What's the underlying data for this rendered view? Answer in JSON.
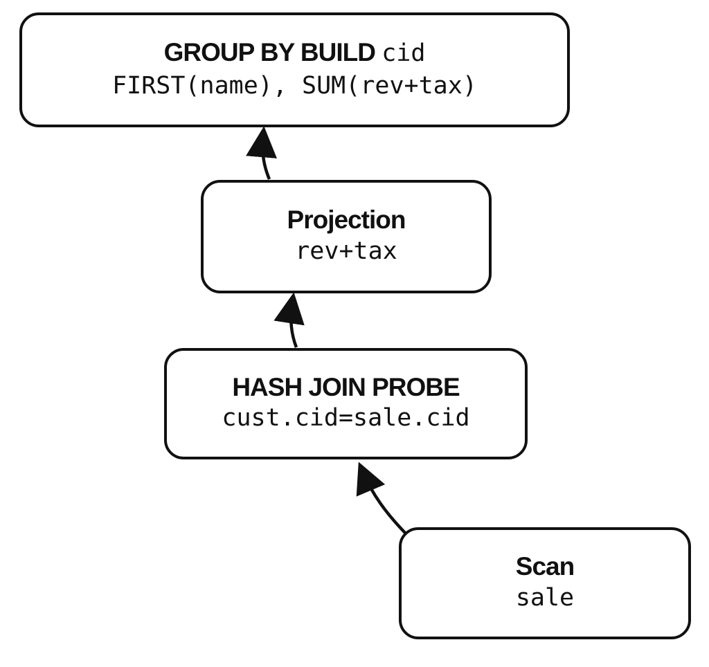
{
  "nodes": {
    "group_by": {
      "title": "GROUP BY BUILD",
      "title_code": "cid",
      "detail": "FIRST(name), SUM(rev+tax)"
    },
    "projection": {
      "title": "Projection",
      "detail": "rev+tax"
    },
    "hash_join": {
      "title": "HASH JOIN PROBE",
      "detail": "cust.cid=sale.cid"
    },
    "scan": {
      "title": "Scan",
      "detail": "sale"
    }
  },
  "edges": [
    {
      "from": "projection",
      "to": "group_by"
    },
    {
      "from": "hash_join",
      "to": "projection"
    },
    {
      "from": "scan",
      "to": "hash_join"
    }
  ],
  "colors": {
    "stroke": "#111111",
    "background": "#ffffff"
  }
}
